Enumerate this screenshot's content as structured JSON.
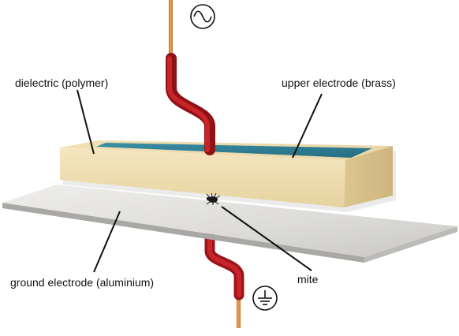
{
  "labels": {
    "dielectric": "dielectric (polymer)",
    "upper_electrode": "upper electrode (brass)",
    "ground_electrode": "ground electrode (aluminium)",
    "mite": "mite"
  },
  "symbols": {
    "ac_source": "ac-source-icon",
    "ground": "ground-icon"
  },
  "colors": {
    "dielectric": "#f1dfb2",
    "upper_electrode": "#2f7f95",
    "ground_plate": "#d7d6d3",
    "wire_insulation": "#c01f25",
    "wire_copper": "#de8a3e"
  }
}
